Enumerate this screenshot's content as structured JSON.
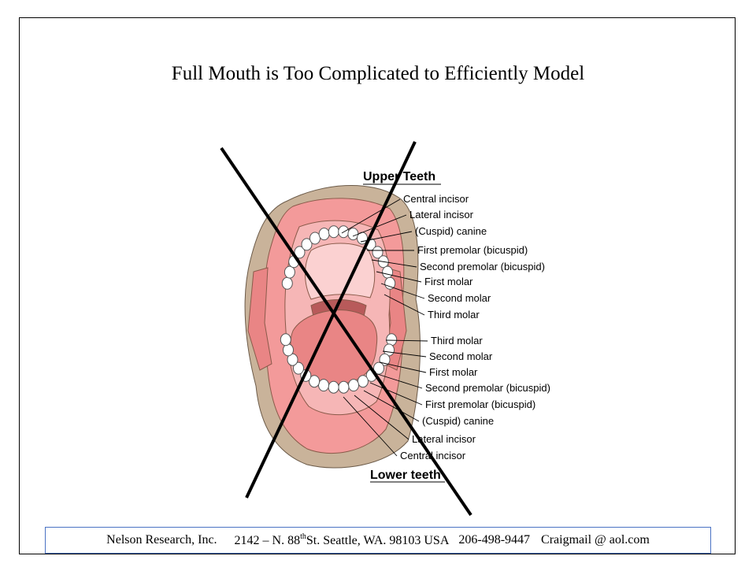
{
  "slide": {
    "title": "Full Mouth is Too Complicated to Efficiently Model"
  },
  "diagram": {
    "upper_heading": "Upper Teeth",
    "lower_heading": "Lower teeth",
    "upper_labels": [
      "Central incisor",
      "Lateral incisor",
      "(Cuspid) canine",
      "First premolar (bicuspid)",
      "Second premolar (bicuspid)",
      "First molar",
      "Second molar",
      "Third molar"
    ],
    "lower_labels": [
      "Third molar",
      "Second molar",
      "First molar",
      "Second premolar (bicuspid)",
      "First premolar (bicuspid)",
      "(Cuspid) canine",
      "Lateral incisor",
      "Central incisor"
    ],
    "colors": {
      "skin": "#c9b39a",
      "lips": "#f39a9a",
      "gum": "#f6b6b6",
      "tongue": "#e98585",
      "teeth": "#ffffff",
      "cross": "#000000"
    }
  },
  "footer": {
    "company": "Nelson Research, Inc.",
    "address_prefix": "2142 – N. 88",
    "address_sup": "th",
    "address_suffix": " St. Seattle, WA. 98103  USA",
    "phone": "206-498-9447",
    "email": "Craigmail @ aol.com"
  }
}
